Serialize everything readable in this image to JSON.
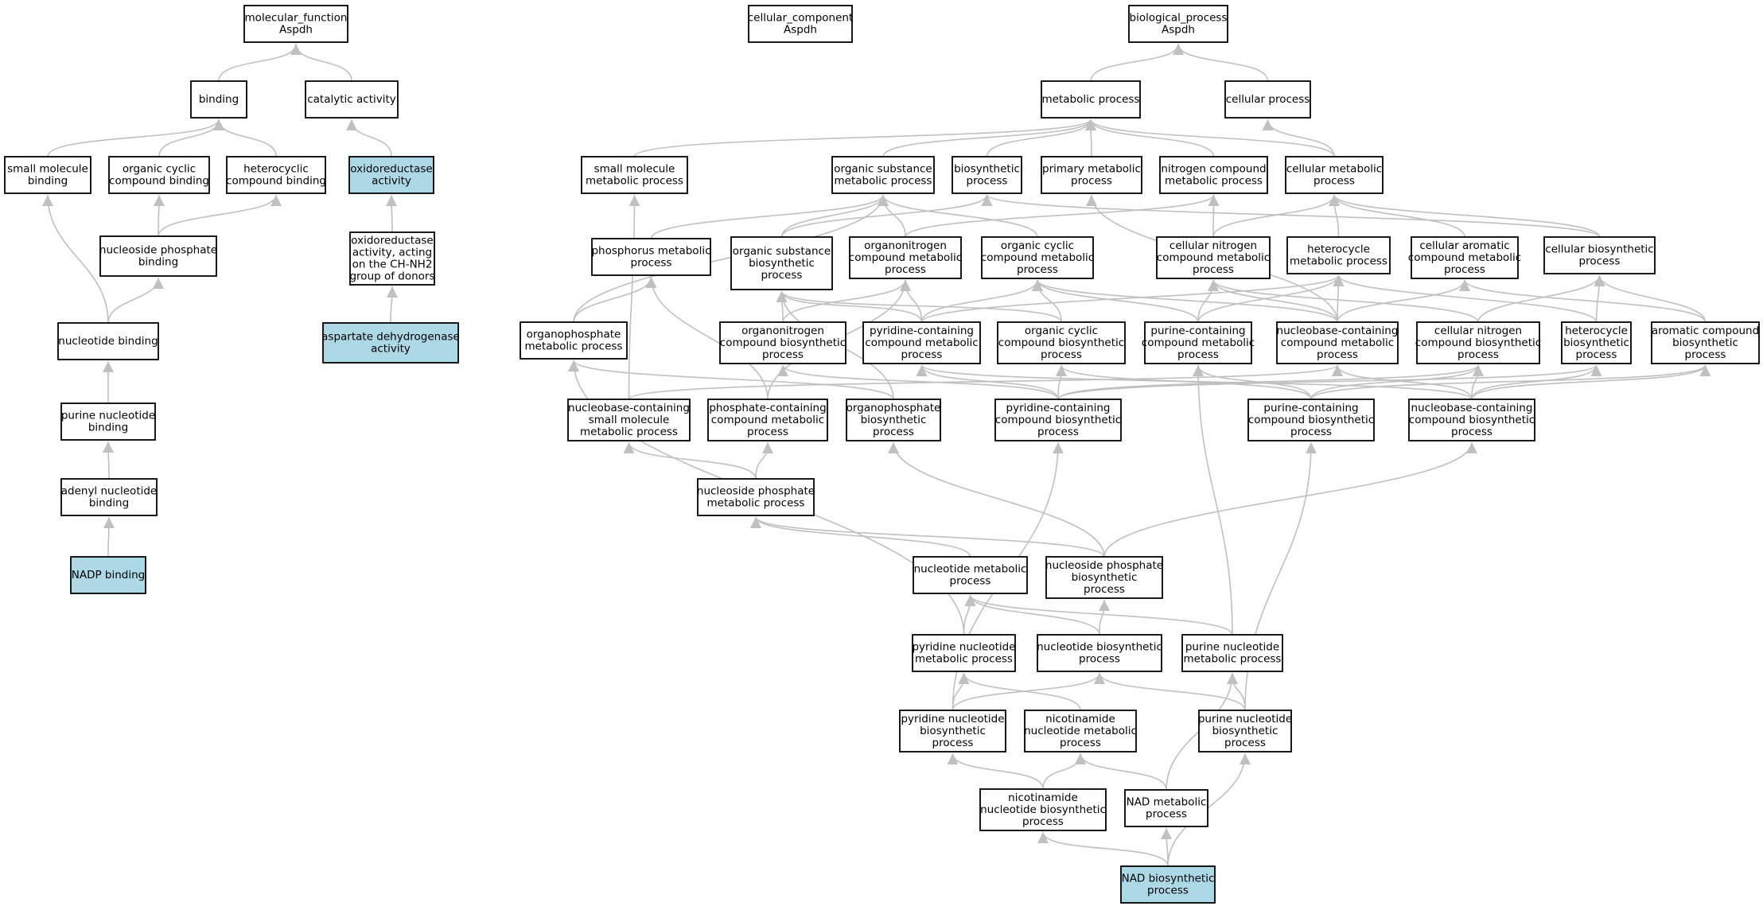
{
  "colors": {
    "node_fill": "#ffffff",
    "highlight_fill": "#add8e6",
    "edge": "#c0c0c0",
    "border": "#000000"
  },
  "nodes": [
    {
      "id": "mf",
      "lines": [
        "molecular_function",
        "Aspdh"
      ]
    },
    {
      "id": "cc",
      "lines": [
        "cellular_component",
        "Aspdh"
      ]
    },
    {
      "id": "bp",
      "lines": [
        "biological_process",
        "Aspdh"
      ]
    },
    {
      "id": "binding",
      "lines": [
        "binding"
      ]
    },
    {
      "id": "catalytic",
      "lines": [
        "catalytic activity"
      ]
    },
    {
      "id": "smb",
      "lines": [
        "small molecule",
        "binding"
      ]
    },
    {
      "id": "ocb",
      "lines": [
        "organic cyclic",
        "compound binding"
      ]
    },
    {
      "id": "hcb",
      "lines": [
        "heterocyclic",
        "compound binding"
      ]
    },
    {
      "id": "oxred",
      "lines": [
        "oxidoreductase",
        "activity"
      ],
      "highlight": true
    },
    {
      "id": "npb",
      "lines": [
        "nucleoside phosphate",
        "binding"
      ]
    },
    {
      "id": "oxnh2",
      "lines": [
        "oxidoreductase",
        "activity, acting",
        "on the CH-NH2",
        "group of donors"
      ]
    },
    {
      "id": "nb",
      "lines": [
        "nucleotide binding"
      ]
    },
    {
      "id": "asp",
      "lines": [
        "aspartate dehydrogenase",
        "activity"
      ],
      "highlight": true
    },
    {
      "id": "pnb",
      "lines": [
        "purine nucleotide",
        "binding"
      ]
    },
    {
      "id": "anb",
      "lines": [
        "adenyl nucleotide",
        "binding"
      ]
    },
    {
      "id": "nadpb",
      "lines": [
        "NADP binding"
      ],
      "highlight": true
    },
    {
      "id": "mp",
      "lines": [
        "metabolic process"
      ]
    },
    {
      "id": "cp",
      "lines": [
        "cellular process"
      ]
    },
    {
      "id": "smmp",
      "lines": [
        "small molecule",
        "metabolic process"
      ]
    },
    {
      "id": "osmp",
      "lines": [
        "organic substance",
        "metabolic process"
      ]
    },
    {
      "id": "bsp",
      "lines": [
        "biosynthetic",
        "process"
      ]
    },
    {
      "id": "pmp",
      "lines": [
        "primary metabolic",
        "process"
      ]
    },
    {
      "id": "ncmp",
      "lines": [
        "nitrogen compound",
        "metabolic process"
      ]
    },
    {
      "id": "cmp",
      "lines": [
        "cellular metabolic",
        "process"
      ]
    },
    {
      "id": "phmp",
      "lines": [
        "phosphorus metabolic",
        "process"
      ]
    },
    {
      "id": "osbp",
      "lines": [
        "organic substance",
        "biosynthetic",
        "process"
      ]
    },
    {
      "id": "oncmp",
      "lines": [
        "organonitrogen",
        "compound metabolic",
        "process"
      ]
    },
    {
      "id": "occmp",
      "lines": [
        "organic cyclic",
        "compound metabolic",
        "process"
      ]
    },
    {
      "id": "cncmp",
      "lines": [
        "cellular nitrogen",
        "compound metabolic",
        "process"
      ]
    },
    {
      "id": "hmp",
      "lines": [
        "heterocycle",
        "metabolic process"
      ]
    },
    {
      "id": "cacmp",
      "lines": [
        "cellular aromatic",
        "compound metabolic",
        "process"
      ]
    },
    {
      "id": "cbp",
      "lines": [
        "cellular biosynthetic",
        "process"
      ]
    },
    {
      "id": "opmp",
      "lines": [
        "organophosphate",
        "metabolic process"
      ]
    },
    {
      "id": "oncbp",
      "lines": [
        "organonitrogen",
        "compound biosynthetic",
        "process"
      ]
    },
    {
      "id": "pycmp",
      "lines": [
        "pyridine-containing",
        "compound metabolic",
        "process"
      ]
    },
    {
      "id": "occbp",
      "lines": [
        "organic cyclic",
        "compound biosynthetic",
        "process"
      ]
    },
    {
      "id": "pucmp",
      "lines": [
        "purine-containing",
        "compound metabolic",
        "process"
      ]
    },
    {
      "id": "nbcmp",
      "lines": [
        "nucleobase-containing",
        "compound metabolic",
        "process"
      ]
    },
    {
      "id": "cncbp",
      "lines": [
        "cellular nitrogen",
        "compound biosynthetic",
        "process"
      ]
    },
    {
      "id": "hbp",
      "lines": [
        "heterocycle",
        "biosynthetic",
        "process"
      ]
    },
    {
      "id": "acbp",
      "lines": [
        "aromatic compound",
        "biosynthetic",
        "process"
      ]
    },
    {
      "id": "nbsmmp",
      "lines": [
        "nucleobase-containing",
        "small molecule",
        "metabolic process"
      ]
    },
    {
      "id": "phcmp",
      "lines": [
        "phosphate-containing",
        "compound metabolic",
        "process"
      ]
    },
    {
      "id": "opbp",
      "lines": [
        "organophosphate",
        "biosynthetic",
        "process"
      ]
    },
    {
      "id": "pycbp",
      "lines": [
        "pyridine-containing",
        "compound biosynthetic",
        "process"
      ]
    },
    {
      "id": "pucbp",
      "lines": [
        "purine-containing",
        "compound biosynthetic",
        "process"
      ]
    },
    {
      "id": "nbcbp",
      "lines": [
        "nucleobase-containing",
        "compound biosynthetic",
        "process"
      ]
    },
    {
      "id": "npmp",
      "lines": [
        "nucleoside phosphate",
        "metabolic process"
      ]
    },
    {
      "id": "nmp",
      "lines": [
        "nucleotide metabolic",
        "process"
      ]
    },
    {
      "id": "npbp",
      "lines": [
        "nucleoside phosphate",
        "biosynthetic",
        "process"
      ]
    },
    {
      "id": "pynmp",
      "lines": [
        "pyridine nucleotide",
        "metabolic process"
      ]
    },
    {
      "id": "nbp2",
      "lines": [
        "nucleotide biosynthetic",
        "process"
      ]
    },
    {
      "id": "punmp",
      "lines": [
        "purine nucleotide",
        "metabolic process"
      ]
    },
    {
      "id": "pynbp",
      "lines": [
        "pyridine nucleotide",
        "biosynthetic",
        "process"
      ]
    },
    {
      "id": "ninmp",
      "lines": [
        "nicotinamide",
        "nucleotide metabolic",
        "process"
      ]
    },
    {
      "id": "punbp",
      "lines": [
        "purine nucleotide",
        "biosynthetic",
        "process"
      ]
    },
    {
      "id": "ninbp",
      "lines": [
        "nicotinamide",
        "nucleotide biosynthetic",
        "process"
      ]
    },
    {
      "id": "nadmp",
      "lines": [
        "NAD metabolic",
        "process"
      ]
    },
    {
      "id": "nadbp",
      "lines": [
        "NAD biosynthetic",
        "process"
      ],
      "highlight": true
    }
  ],
  "edges": [
    [
      "binding",
      "mf"
    ],
    [
      "catalytic",
      "mf"
    ],
    [
      "smb",
      "binding"
    ],
    [
      "ocb",
      "binding"
    ],
    [
      "hcb",
      "binding"
    ],
    [
      "oxred",
      "catalytic"
    ],
    [
      "npb",
      "ocb"
    ],
    [
      "npb",
      "hcb"
    ],
    [
      "oxnh2",
      "oxred"
    ],
    [
      "nb",
      "smb"
    ],
    [
      "nb",
      "npb"
    ],
    [
      "asp",
      "oxnh2"
    ],
    [
      "pnb",
      "nb"
    ],
    [
      "anb",
      "pnb"
    ],
    [
      "nadpb",
      "anb"
    ],
    [
      "mp",
      "bp"
    ],
    [
      "cp",
      "bp"
    ],
    [
      "smmp",
      "mp"
    ],
    [
      "osmp",
      "mp"
    ],
    [
      "bsp",
      "mp"
    ],
    [
      "pmp",
      "mp"
    ],
    [
      "ncmp",
      "mp"
    ],
    [
      "cmp",
      "mp"
    ],
    [
      "cmp",
      "cp"
    ],
    [
      "phmp",
      "osmp"
    ],
    [
      "osbp",
      "osmp"
    ],
    [
      "osbp",
      "bsp"
    ],
    [
      "oncmp",
      "osmp"
    ],
    [
      "oncmp",
      "ncmp"
    ],
    [
      "occmp",
      "osmp"
    ],
    [
      "cncmp",
      "ncmp"
    ],
    [
      "cncmp",
      "cmp"
    ],
    [
      "hmp",
      "cmp"
    ],
    [
      "cacmp",
      "cmp"
    ],
    [
      "cbp",
      "cmp"
    ],
    [
      "cbp",
      "bsp"
    ],
    [
      "opmp",
      "phmp"
    ],
    [
      "opmp",
      "osmp"
    ],
    [
      "oncbp",
      "osbp"
    ],
    [
      "oncbp",
      "oncmp"
    ],
    [
      "pycmp",
      "osbp"
    ],
    [
      "pycmp",
      "oncmp"
    ],
    [
      "pycmp",
      "occmp"
    ],
    [
      "pycmp",
      "hmp"
    ],
    [
      "occbp",
      "occmp"
    ],
    [
      "occbp",
      "osbp"
    ],
    [
      "pucmp",
      "hmp"
    ],
    [
      "pucmp",
      "cncmp"
    ],
    [
      "pucmp",
      "occmp"
    ],
    [
      "nbcmp",
      "cncmp"
    ],
    [
      "nbcmp",
      "hmp"
    ],
    [
      "nbcmp",
      "occmp"
    ],
    [
      "nbcmp",
      "cacmp"
    ],
    [
      "nbcmp",
      "pmp"
    ],
    [
      "cncbp",
      "cncmp"
    ],
    [
      "cncbp",
      "cbp"
    ],
    [
      "hbp",
      "hmp"
    ],
    [
      "hbp",
      "cbp"
    ],
    [
      "acbp",
      "cacmp"
    ],
    [
      "acbp",
      "cbp"
    ],
    [
      "nbsmmp",
      "smmp"
    ],
    [
      "nbsmmp",
      "nbcmp"
    ],
    [
      "phcmp",
      "phmp"
    ],
    [
      "phcmp",
      "oncmp"
    ],
    [
      "opbp",
      "opmp"
    ],
    [
      "opbp",
      "osbp"
    ],
    [
      "pycbp",
      "pycmp"
    ],
    [
      "pycbp",
      "occbp"
    ],
    [
      "pycbp",
      "oncbp"
    ],
    [
      "pycbp",
      "cncbp"
    ],
    [
      "pycbp",
      "hbp"
    ],
    [
      "pucbp",
      "pucmp"
    ],
    [
      "pucbp",
      "occbp"
    ],
    [
      "pucbp",
      "cncbp"
    ],
    [
      "pucbp",
      "acbp"
    ],
    [
      "nbcbp",
      "nbcmp"
    ],
    [
      "nbcbp",
      "cncbp"
    ],
    [
      "nbcbp",
      "hbp"
    ],
    [
      "nbcbp",
      "acbp"
    ],
    [
      "nbcbp",
      "pycmp"
    ],
    [
      "npmp",
      "nbsmmp"
    ],
    [
      "npmp",
      "phcmp"
    ],
    [
      "nmp",
      "npmp"
    ],
    [
      "npbp",
      "npmp"
    ],
    [
      "npbp",
      "opbp"
    ],
    [
      "npbp",
      "nbcbp"
    ],
    [
      "pynmp",
      "nmp"
    ],
    [
      "pynmp",
      "opmp"
    ],
    [
      "nbp2",
      "nmp"
    ],
    [
      "nbp2",
      "npbp"
    ],
    [
      "punmp",
      "nmp"
    ],
    [
      "punmp",
      "pucmp"
    ],
    [
      "pynbp",
      "pynmp"
    ],
    [
      "pynbp",
      "nbp2"
    ],
    [
      "pynbp",
      "pycbp"
    ],
    [
      "ninmp",
      "pynmp"
    ],
    [
      "punbp",
      "punmp"
    ],
    [
      "punbp",
      "nbp2"
    ],
    [
      "punbp",
      "pucbp"
    ],
    [
      "ninbp",
      "pynbp"
    ],
    [
      "ninbp",
      "ninmp"
    ],
    [
      "nadmp",
      "ninmp"
    ],
    [
      "nadmp",
      "punmp"
    ],
    [
      "nadbp",
      "ninbp"
    ],
    [
      "nadbp",
      "nadmp"
    ],
    [
      "nadbp",
      "punbp"
    ]
  ]
}
